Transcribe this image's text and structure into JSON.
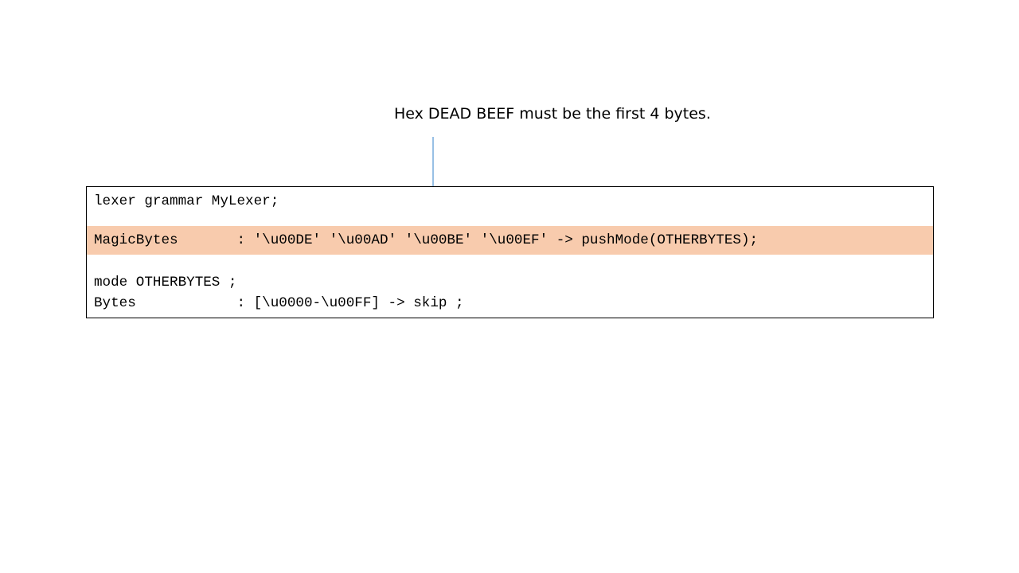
{
  "annotation": {
    "text": "Hex DEAD BEEF must be the first 4 bytes."
  },
  "code": {
    "lines": [
      "lexer grammar MyLexer;",
      "MagicBytes       : '\\u00DE' '\\u00AD' '\\u00BE' '\\u00EF' -> pushMode(OTHERBYTES);",
      "mode OTHERBYTES ;",
      "Bytes            : [\\u0000-\\u00FF] -> skip ;"
    ],
    "highlighted_line": 2
  },
  "colors": {
    "highlight": "#f8cbad",
    "arrow": "#5b9bd5",
    "border": "#000000",
    "text": "#000000"
  }
}
